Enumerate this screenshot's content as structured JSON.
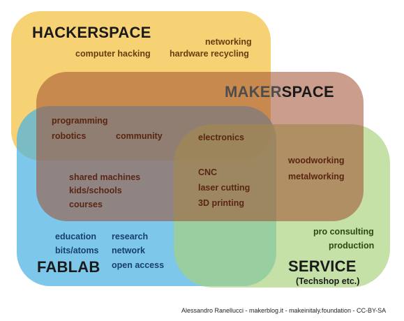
{
  "colors": {
    "hackerspace": "#f3c54e",
    "makerspace": "#a14c2e",
    "fablab": "#4bb1e3",
    "service": "#a7d27a",
    "title_text": "#1a1a1a",
    "term_hacker": "#6b3a0e",
    "term_maker": "#5a2513",
    "term_fab": "#173f6e",
    "term_service": "#2b4a15"
  },
  "sets": {
    "hackerspace": {
      "title": "HACKERSPACE",
      "terms": [
        "networking",
        "computer hacking",
        "hardware recycling"
      ]
    },
    "makerspace": {
      "title": "MAKERSPACE",
      "title_highlight": "MAKER",
      "title_rest": "SPACE"
    },
    "fablab": {
      "title": "FABLAB",
      "terms": [
        "education",
        "research",
        "bits/atoms",
        "network",
        "open access"
      ]
    },
    "service": {
      "title": "SERVICE",
      "subtitle": "(Techshop etc.)",
      "terms": [
        "pro consulting",
        "production"
      ]
    }
  },
  "overlaps": {
    "hacker_maker_fab": [
      "programming",
      "robotics",
      "community"
    ],
    "all_four": [
      "electronics"
    ],
    "maker_fab": [
      "shared machines",
      "kids/schools",
      "courses"
    ],
    "maker_fab_service": [
      "CNC",
      "laser cutting",
      "3D printing"
    ],
    "maker_service": [
      "woodworking",
      "metalworking"
    ]
  },
  "credit": "Alessandro Ranellucci - makerblog.it - makeinitaly.foundation - CC-BY-SA"
}
